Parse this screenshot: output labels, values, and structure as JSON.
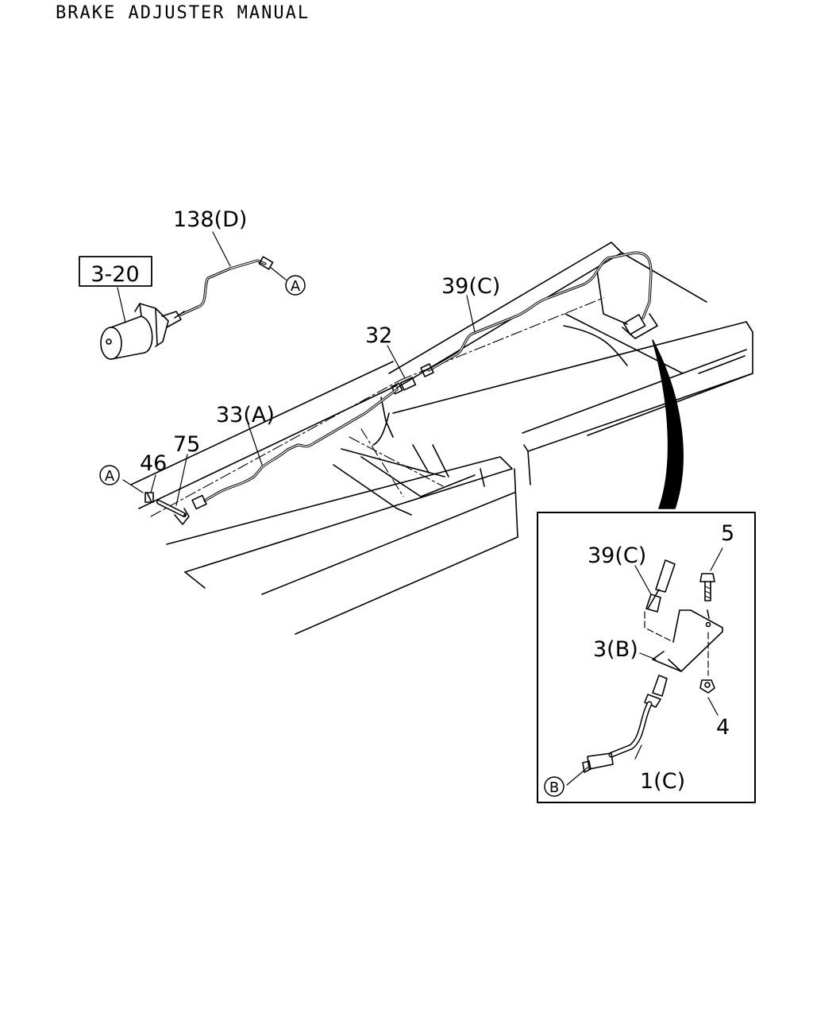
{
  "title": "BRAKE ADJUSTER MANUAL",
  "labels": {
    "ref_box": "3-20",
    "p138": "138(D)",
    "p39": "39(C)",
    "p32": "32",
    "p33": "33(A)",
    "p46": "46",
    "p75": "75",
    "detail_5": "5",
    "detail_39": "39(C)",
    "detail_3": "3(B)",
    "detail_4": "4",
    "detail_1": "1(C)"
  },
  "callouts": {
    "a": "A",
    "b": "B"
  }
}
